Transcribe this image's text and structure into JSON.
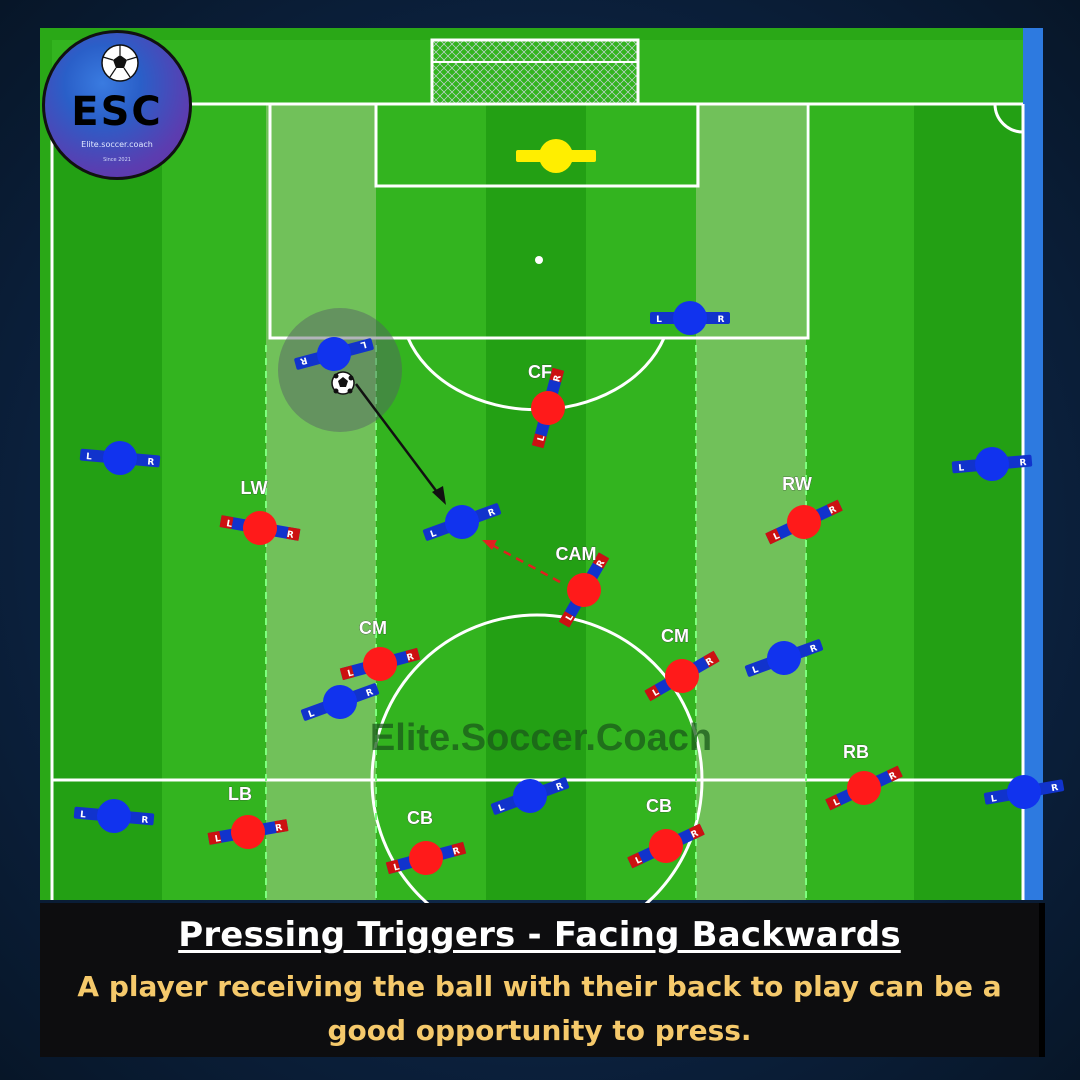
{
  "logo": {
    "initials": "ESC",
    "handle": "Elite.soccer.coach",
    "since": "Since 2021"
  },
  "watermark": "Elite.Soccer.Coach",
  "caption": {
    "title": "Pressing Triggers - Facing Backwards",
    "body": "A player receiving the ball with their back to play can be a good opportunity to press."
  },
  "colors": {
    "attack_team": "#ff1a1a",
    "defend_team": "#1133ee",
    "goalkeeper": "#ffee00",
    "pitch_dark": "#23a014",
    "pitch_light": "#33b41f",
    "lane_highlight": "#7fc766",
    "caption_title": "#ffffff",
    "caption_body": "#f5c96b"
  },
  "labeled_players": [
    {
      "label": "CF"
    },
    {
      "label": "LW"
    },
    {
      "label": "RW"
    },
    {
      "label": "CAM"
    },
    {
      "label": "CM"
    },
    {
      "label": "CM"
    },
    {
      "label": "RB"
    },
    {
      "label": "LB"
    },
    {
      "label": "CB"
    },
    {
      "label": "CB"
    }
  ],
  "band_letters": {
    "left": "L",
    "right": "R"
  }
}
